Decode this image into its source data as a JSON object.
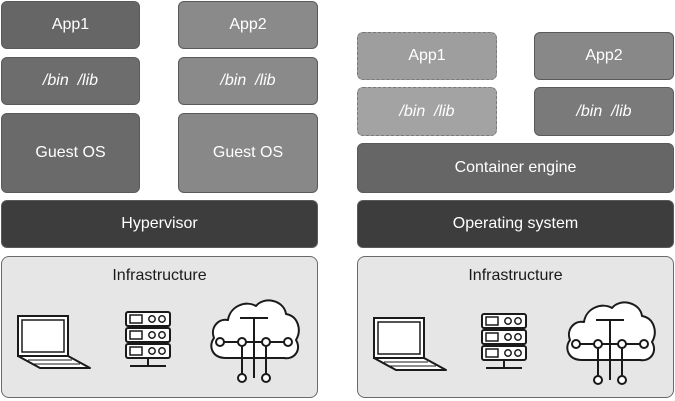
{
  "vm": {
    "app1": "App1",
    "app2": "App2",
    "bin1": "/bin  /lib",
    "bin2": "/bin  /lib",
    "guest1": "Guest OS",
    "guest2": "Guest OS",
    "hypervisor": "Hypervisor",
    "infra": "Infrastructure"
  },
  "container": {
    "app1": "App1",
    "app2": "App2",
    "bin1": "/bin  /lib",
    "bin2": "/bin  /lib",
    "engine": "Container engine",
    "os": "Operating system",
    "infra": "Infrastructure"
  },
  "icons": [
    "laptop-icon",
    "server-rack-icon",
    "cloud-network-icon"
  ]
}
